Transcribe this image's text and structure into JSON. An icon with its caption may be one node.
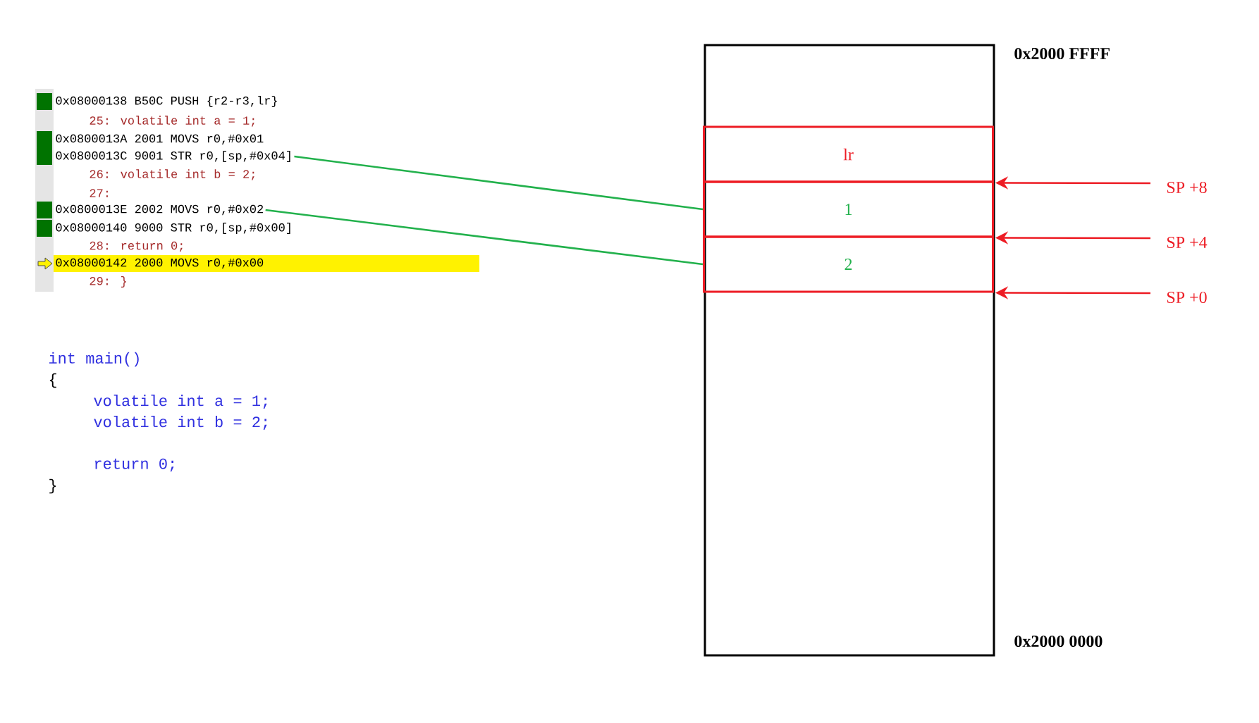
{
  "diagram": {
    "nodes": [
      {
        "text": [
          "0x0800013C 9001 STR r0,[sp,#0x04]"
        ]
      },
      {
        "text": [
          "0x0800013E 2002 MOVS r0,#0x02"
        ]
      },
      {
        "text": [],
        "shape": "box"
      },
      {
        "text": [
          "lr"
        ],
        "in": 2
      },
      {
        "text": [
          "1"
        ],
        "in": 2
      },
      {
        "text": [
          "2"
        ],
        "in": 2
      },
      {
        "text": [
          "SP +8"
        ]
      },
      {
        "text": [
          "SP +4"
        ]
      },
      {
        "text": [
          "SP +0"
        ]
      }
    ],
    "edges": [
      {
        "from": 0,
        "to": 4,
        "arrow": "none",
        "color": "#22b14c"
      },
      {
        "from": 1,
        "to": 5,
        "arrow": "none",
        "color": "#22b14c"
      },
      {
        "from": 6,
        "to": 3,
        "arrow": "to"
      },
      {
        "from": 7,
        "to": 4,
        "arrow": "to"
      },
      {
        "from": 8,
        "to": 5,
        "arrow": "to"
      }
    ],
    "labels": [
      "0x08000138 B50C PUSH {r2-r3,lr}",
      "25: volatile int a = 1;",
      "0x0800013A 2001 MOVS r0,#0x01",
      "26: volatile int b = 2;",
      "27:",
      "0x08000140 9000 STR r0,[sp,#0x00]",
      "28: return 0;",
      "0x08000142 2000 MOVS r0,#0x00",
      "29: }",
      "int main()",
      "{",
      "volatile int a = 1;",
      "volatile int b = 2;",
      "return 0;",
      "}",
      "0x2000 FFFF",
      "0x2000 0000"
    ]
  }
}
